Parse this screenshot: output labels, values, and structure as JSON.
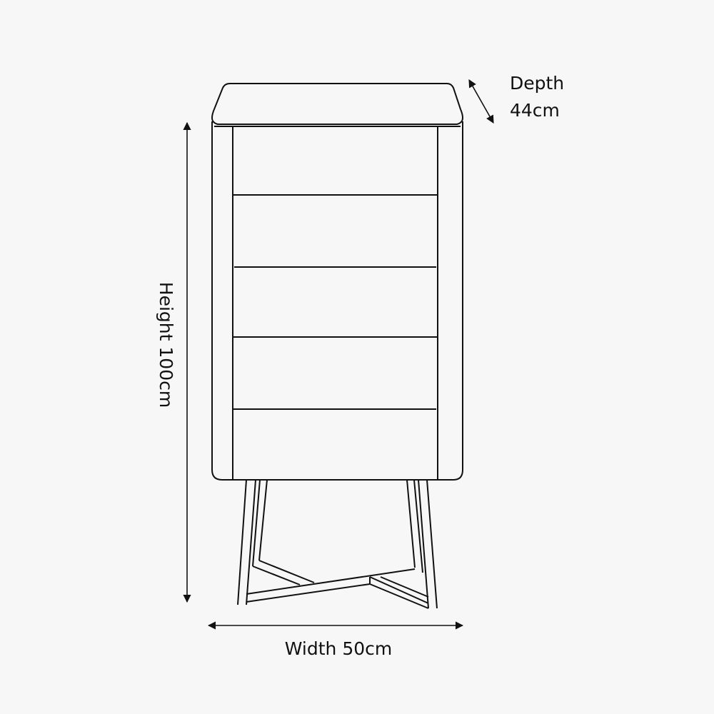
{
  "diagram": {
    "subject": "Tall chest of drawers on metal cross-frame legs",
    "drawer_count": 5,
    "line_color": "#111111",
    "background": "#f7f7f7"
  },
  "dimensions": {
    "depth": {
      "label": "Depth",
      "value": "44cm"
    },
    "height": {
      "text": "Height 100cm"
    },
    "width": {
      "text": "Width 50cm"
    }
  }
}
